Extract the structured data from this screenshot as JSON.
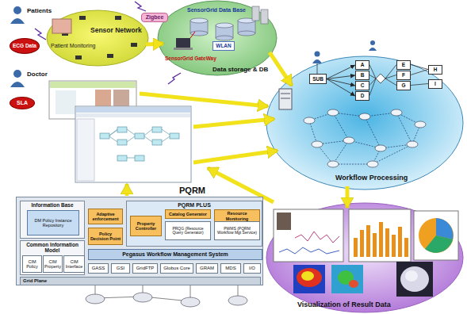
{
  "diagram": {
    "nodes": [
      {
        "text": [
          "ECG Data"
        ]
      },
      {
        "text": [
          "Patient Monitoring",
          "Sensor Network"
        ]
      },
      {
        "text": [
          "Zigbee"
        ]
      },
      {
        "text": [
          "SensorGrid Data Base",
          "SensorGrid GateWay",
          "Data storage & DB"
        ]
      },
      {
        "text": [
          "WLAN"
        ],
        "in": 3
      },
      {
        "text": [
          "SLA"
        ]
      },
      {
        "text": [
          "Workflow Processing"
        ]
      },
      {
        "text": [
          "SUB"
        ],
        "in": 6
      },
      {
        "text": [
          "A"
        ],
        "in": 6
      },
      {
        "text": [
          "B"
        ],
        "in": 6
      },
      {
        "text": [
          "C"
        ],
        "in": 6
      },
      {
        "text": [
          "D"
        ],
        "in": 6
      },
      {
        "text": [
          "E"
        ],
        "in": 6
      },
      {
        "text": [
          "F"
        ],
        "in": 6
      },
      {
        "text": [
          "G"
        ],
        "in": 6
      },
      {
        "text": [
          "H"
        ],
        "in": 6
      },
      {
        "text": [
          "I"
        ],
        "in": 6
      },
      {
        "text": [
          "PQRM"
        ]
      },
      {
        "text": [
          "Information Base"
        ],
        "in": 17
      },
      {
        "text": [
          "DM Policy Instance Repository"
        ],
        "in": 18
      },
      {
        "text": [
          "Common Information Model"
        ],
        "in": 17
      },
      {
        "text": [
          "CIM Policy"
        ],
        "in": 20
      },
      {
        "text": [
          "CIM Property"
        ],
        "in": 20
      },
      {
        "text": [
          "CIM Interface"
        ],
        "in": 20
      },
      {
        "text": [
          "Adaptive enforcement"
        ],
        "in": 17
      },
      {
        "text": [
          "Policy Decision Point"
        ],
        "in": 17
      },
      {
        "text": [
          "PQRM PLUS"
        ],
        "in": 17
      },
      {
        "text": [
          "Property Controller"
        ],
        "in": 26
      },
      {
        "text": [
          "Catalog Generator"
        ],
        "in": 26
      },
      {
        "text": [
          "PRQG (Resource Query Generator)"
        ],
        "in": 26
      },
      {
        "text": [
          "Resource Monitoring"
        ],
        "in": 26
      },
      {
        "text": [
          "PWMS (PQRM Workflow Mgt Service)"
        ],
        "in": 26
      },
      {
        "text": [
          "Pegasus Workflow Management System"
        ],
        "in": 17
      },
      {
        "text": [
          "GASS"
        ],
        "in": 17
      },
      {
        "text": [
          "GSI"
        ],
        "in": 17
      },
      {
        "text": [
          "GridFTP"
        ],
        "in": 17
      },
      {
        "text": [
          "Globus Core"
        ],
        "in": 17
      },
      {
        "text": [
          "GRAM"
        ],
        "in": 17
      },
      {
        "text": [
          "MDS"
        ],
        "in": 17
      },
      {
        "text": [
          "I/O"
        ],
        "in": 17
      },
      {
        "text": [
          "Grid Plane"
        ],
        "in": 17
      },
      {
        "text": [
          "Visualization of Result Data"
        ]
      }
    ],
    "edges": [
      {
        "from": 1,
        "to": 3,
        "arrow": "to"
      },
      {
        "from": 3,
        "to": 6,
        "arrow": "to"
      },
      {
        "from": 6,
        "to": 41,
        "arrow": "to"
      },
      {
        "from": 7,
        "to": 8,
        "arrow": "to"
      },
      {
        "from": 7,
        "to": 9,
        "arrow": "to"
      },
      {
        "from": 7,
        "to": 10,
        "arrow": "to"
      },
      {
        "from": 7,
        "to": 11,
        "arrow": "to"
      }
    ],
    "labels": [
      "Patients",
      "Doctor"
    ]
  }
}
